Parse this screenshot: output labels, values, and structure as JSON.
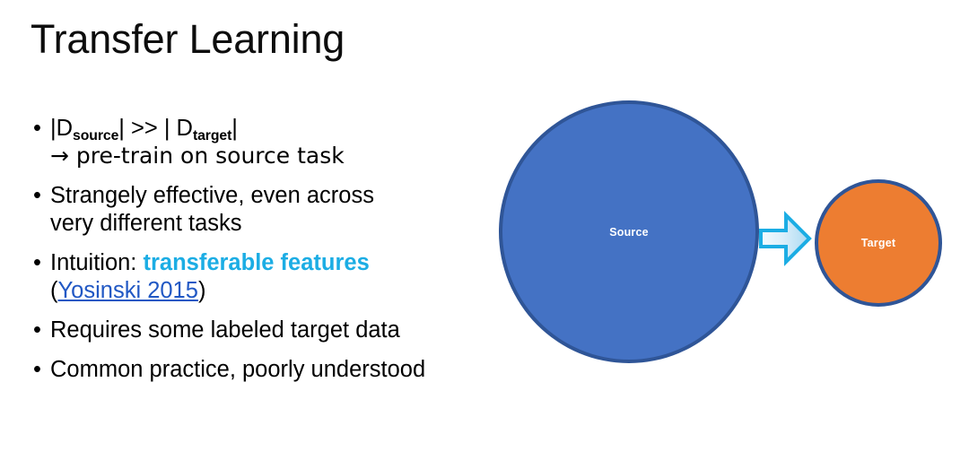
{
  "slide": {
    "title": "Transfer Learning",
    "background_color": "#ffffff"
  },
  "bullets": [
    {
      "id": "dataset-size",
      "line1_prefix": "|D",
      "line1_sub1": "source",
      "line1_mid": "| >> | D",
      "line1_sub2": "target",
      "line1_suffix": "|",
      "line2": "→ pre-train on source task"
    },
    {
      "id": "strangely-effective",
      "line1": "Strangely effective, even across",
      "line2": "very different tasks"
    },
    {
      "id": "intuition",
      "line1_prefix": "Intuition: ",
      "line1_highlight": "transferable features",
      "highlight_color": "#1CADE4",
      "line2_open": "(",
      "line2_link": "Yosinski 2015",
      "link_color": "#2158C4",
      "line2_close": ")"
    },
    {
      "id": "labeled-target-data",
      "line1": "Requires some labeled target data"
    },
    {
      "id": "common-practice",
      "line1": "Common practice, poorly understood"
    }
  ],
  "diagram": {
    "source_circle": {
      "label": "Source",
      "fill": "#4472C4",
      "stroke": "#2F5597",
      "text_color": "#FFFFFF"
    },
    "target_circle": {
      "label": "Target",
      "fill": "#ED7D31",
      "stroke": "#2F5597",
      "text_color": "#FFFFFF"
    },
    "arrow": {
      "name": "right-block-arrow",
      "fill_light": "#EAF6FD",
      "fill_dark": "#A8D8F0",
      "stroke": "#1CADE4"
    }
  }
}
